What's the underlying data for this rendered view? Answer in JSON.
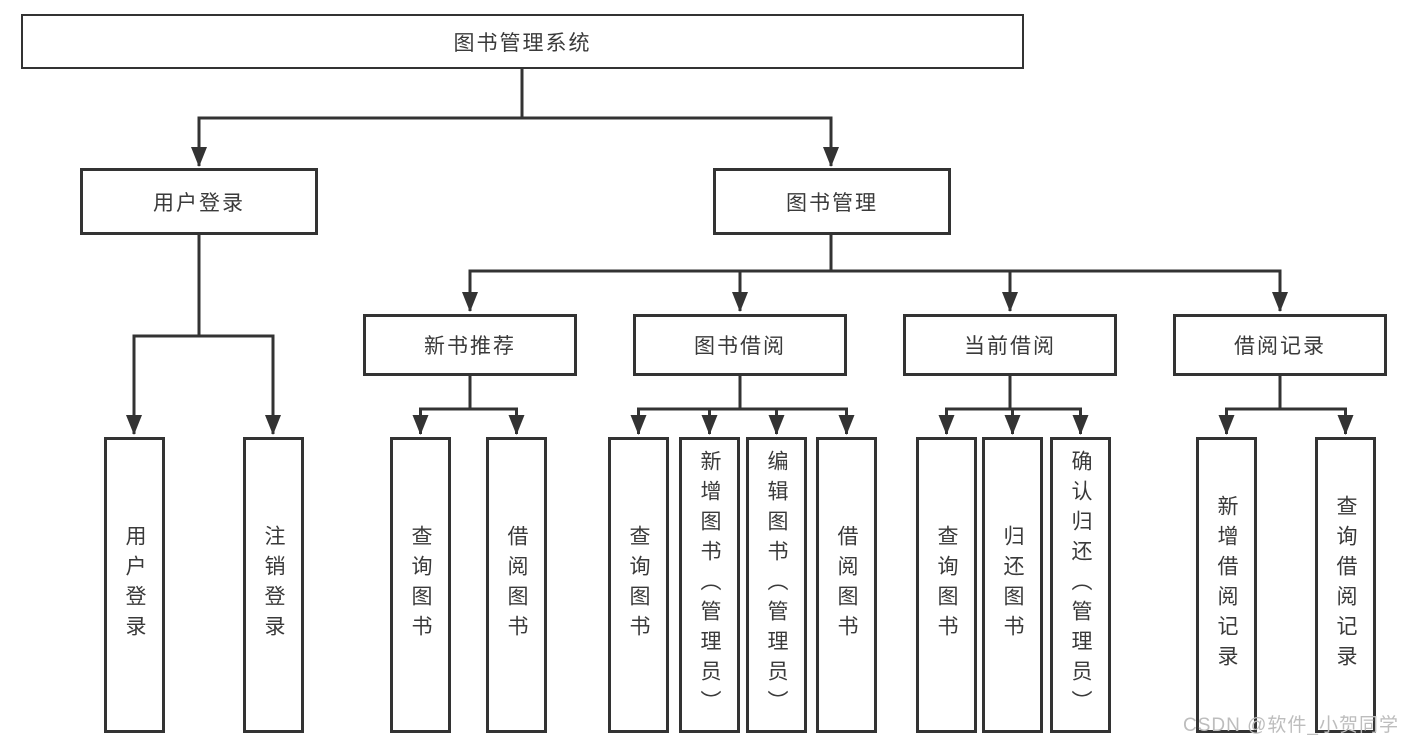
{
  "diagram": {
    "title": "图书管理系统",
    "branches": [
      {
        "label": "用户登录",
        "children": [
          {
            "label": "用户登录"
          },
          {
            "label": "注销登录"
          }
        ]
      },
      {
        "label": "图书管理",
        "children": [
          {
            "label": "新书推荐",
            "children": [
              {
                "label": "查询图书"
              },
              {
                "label": "借阅图书"
              }
            ]
          },
          {
            "label": "图书借阅",
            "children": [
              {
                "label": "查询图书"
              },
              {
                "label": "新增图书（管理员）"
              },
              {
                "label": "编辑图书（管理员）"
              },
              {
                "label": "借阅图书"
              }
            ]
          },
          {
            "label": "当前借阅",
            "children": [
              {
                "label": "查询图书"
              },
              {
                "label": "归还图书"
              },
              {
                "label": "确认归还（管理员）"
              }
            ]
          },
          {
            "label": "借阅记录",
            "children": [
              {
                "label": "新增借阅记录"
              },
              {
                "label": "查询借阅记录"
              }
            ]
          }
        ]
      }
    ]
  },
  "watermark": {
    "text": "CSDN @软件_小贺同学"
  },
  "colors": {
    "line": "#333333",
    "border": "#333333",
    "text": "#3a3a3a",
    "background": "#ffffff",
    "watermark": "#bdbdbd"
  }
}
